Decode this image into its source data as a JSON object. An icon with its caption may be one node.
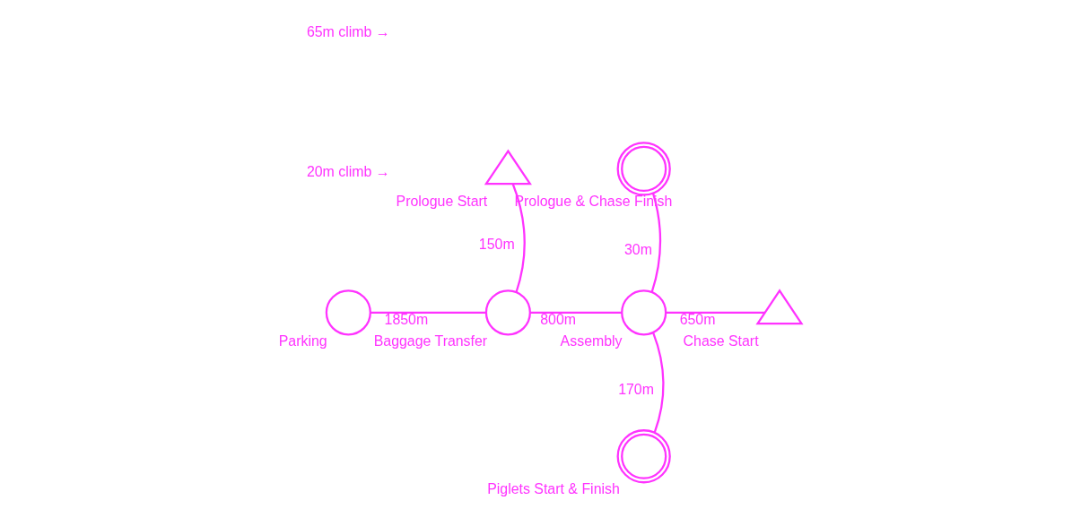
{
  "diagram": {
    "nodes": [
      {
        "text": [],
        "shape": "circle",
        "beside": [
          "Parking"
        ]
      },
      {
        "text": [],
        "shape": "circle",
        "beside": [
          "Baggage Transfer"
        ]
      },
      {
        "text": [],
        "shape": "triangle",
        "beside": [
          "Prologue Start"
        ]
      },
      {
        "text": [],
        "shape": "circle",
        "beside": [
          "Assembly"
        ]
      },
      {
        "text": [],
        "shape": "doublecircle",
        "beside": [
          "Prologue & Chase Finish"
        ]
      },
      {
        "text": [],
        "shape": "triangle",
        "beside": [
          "Chase Start"
        ]
      },
      {
        "text": [],
        "shape": "doublecircle",
        "beside": [
          "Piglets Start & Finish"
        ]
      }
    ],
    "edges": [
      {
        "from": 0,
        "to": 1,
        "arrow": "none",
        "label": "1850m"
      },
      {
        "from": 1,
        "to": 2,
        "arrow": "none",
        "label": "150m"
      },
      {
        "from": 1,
        "to": 3,
        "arrow": "none",
        "label": "800m"
      },
      {
        "from": 3,
        "to": 4,
        "arrow": "none",
        "label": "30m"
      },
      {
        "from": 3,
        "to": 5,
        "arrow": "none",
        "label": "650m"
      },
      {
        "from": 3,
        "to": 6,
        "arrow": "none",
        "label": "170m"
      }
    ],
    "labels": [
      "20m climb →",
      "65m climb →"
    ]
  }
}
